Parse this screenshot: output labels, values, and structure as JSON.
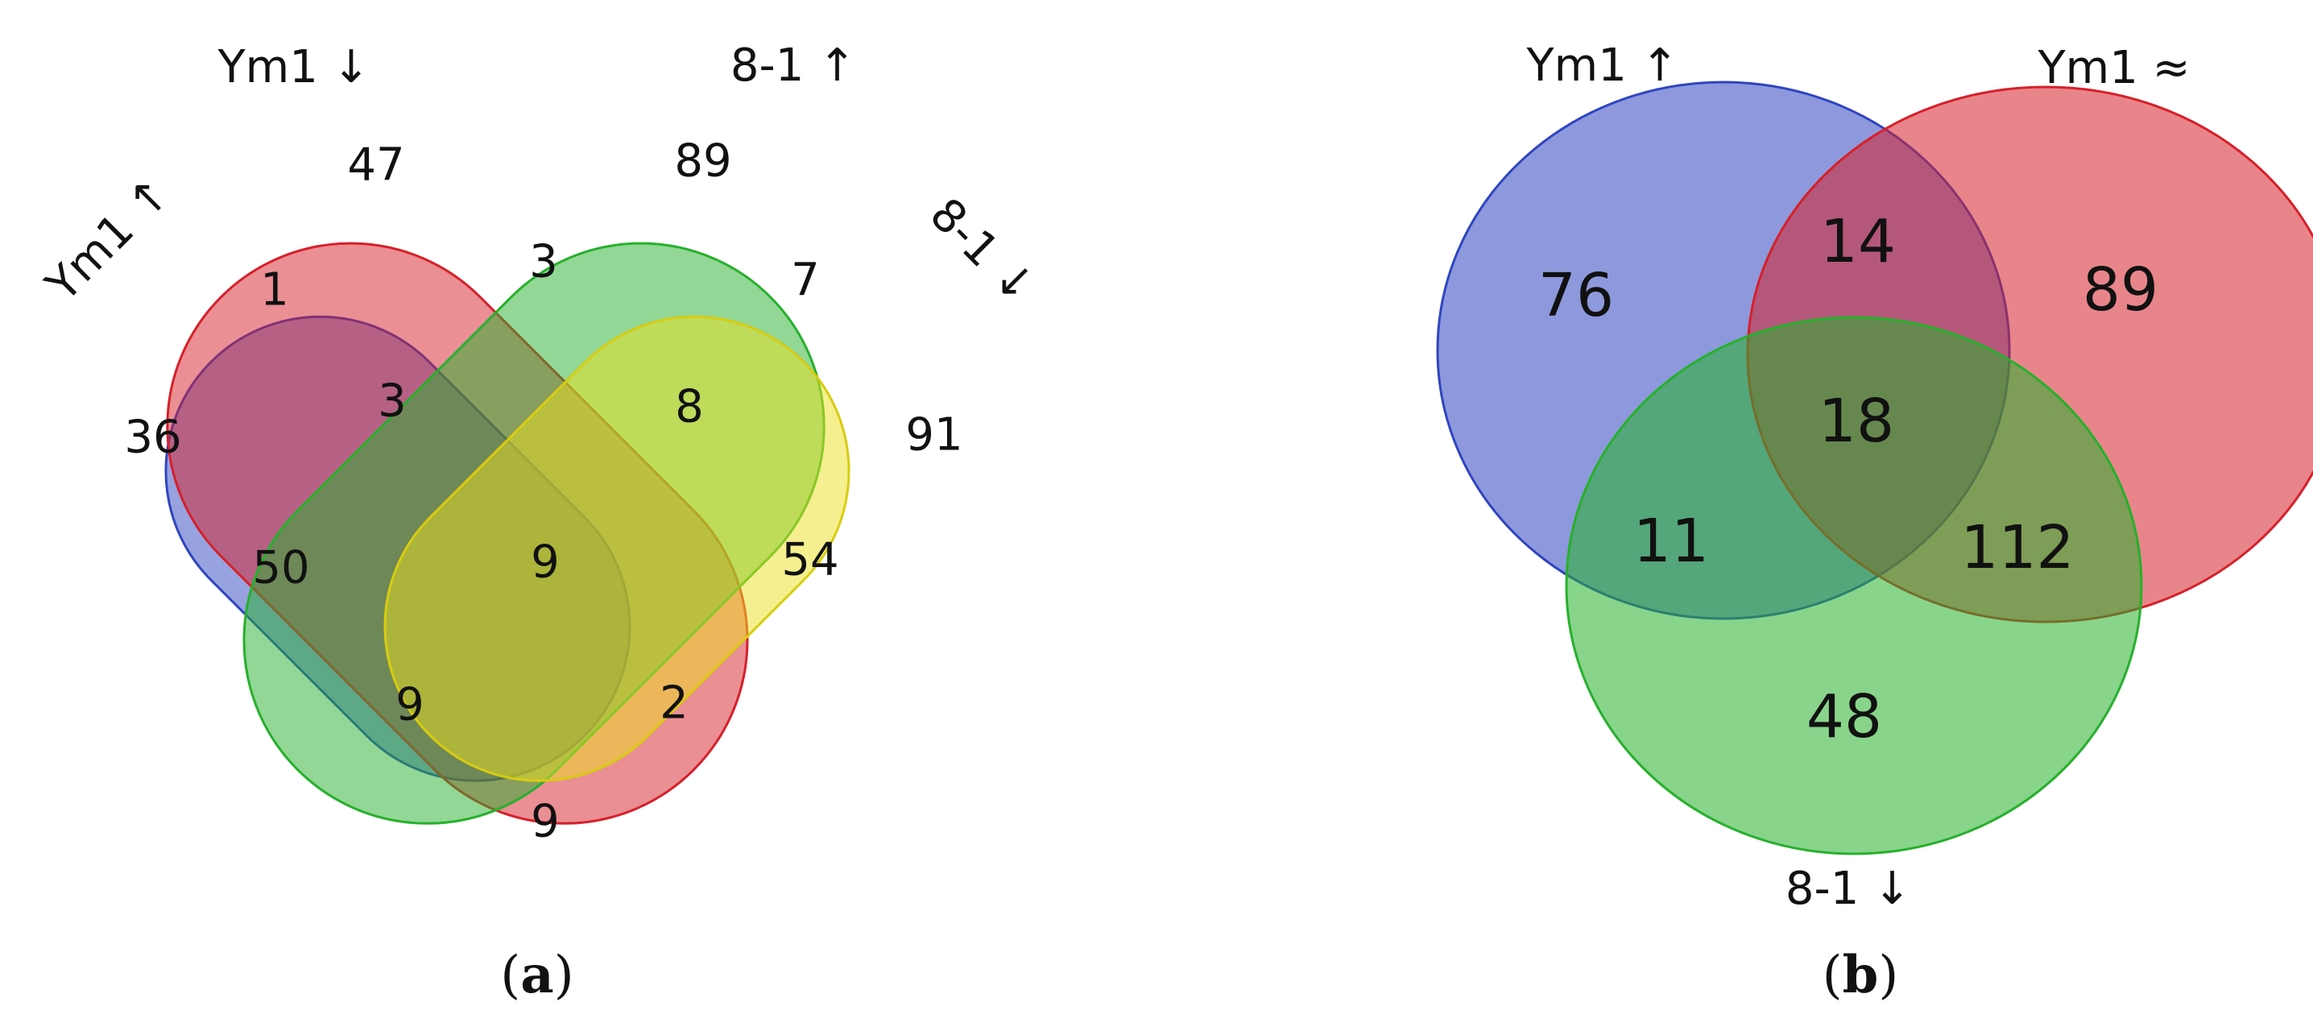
{
  "panel_a": {
    "caption_open": "(",
    "caption_letter": "a",
    "caption_close": ")",
    "sets": [
      {
        "label": "Ym1 ↑",
        "color": "#2f45c0"
      },
      {
        "label": "Ym1 ↓",
        "color": "#d6202a"
      },
      {
        "label": "8-1 ↑",
        "color": "#26b02c"
      },
      {
        "label": "8-1 ↓",
        "color": "#ebe01f"
      }
    ],
    "regions": {
      "r1000": "36",
      "r0100": "47",
      "r0010": "89",
      "r0001": "91",
      "r1100": "1",
      "r1010": "50",
      "r1001": "9",
      "r0110": "3",
      "r0101": "54",
      "r0011": "7",
      "r1110": "3",
      "r1101": "2",
      "r1011": "9",
      "r0111": "8",
      "r1111": "9"
    }
  },
  "panel_b": {
    "caption_open": "(",
    "caption_letter": "b",
    "caption_close": ")",
    "sets": [
      {
        "label": "Ym1 ↑",
        "color": "#2f45c0"
      },
      {
        "label": "Ym1 ≈",
        "color": "#d6202a"
      },
      {
        "label": "8-1 ↓",
        "color": "#26b02c"
      }
    ],
    "regions": {
      "r100": "76",
      "r010": "89",
      "r001": "48",
      "r110": "14",
      "r101": "11",
      "r011": "112",
      "r111": "18"
    }
  }
}
